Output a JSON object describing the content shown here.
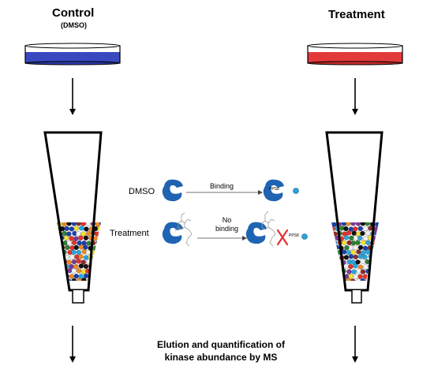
{
  "control": {
    "title": "Control",
    "subtitle": "(DMSO)",
    "dish_color": "#3a48c0"
  },
  "treatment": {
    "title": "Treatment",
    "dish_color": "#e23a3a"
  },
  "mechanism": {
    "dmso_label": "DMSO",
    "treatment_label": "Treatment",
    "binding_label": "Binding",
    "no_binding_label": "No\nbinding",
    "probe_label": "PPS8",
    "probe_color": "#29a3d9",
    "kinase_color": "#1f64b3",
    "cross_color": "#e53030"
  },
  "footer": {
    "text": "Elution and quantification of\nkinase abundance by MS"
  },
  "bead_colors": [
    "#e8302a",
    "#f3e330",
    "#27a7e0",
    "#2e7d32",
    "#1b3fae",
    "#7b3a98",
    "#f08a24",
    "#8a2a2a",
    "#f2f2f2",
    "#111111"
  ]
}
